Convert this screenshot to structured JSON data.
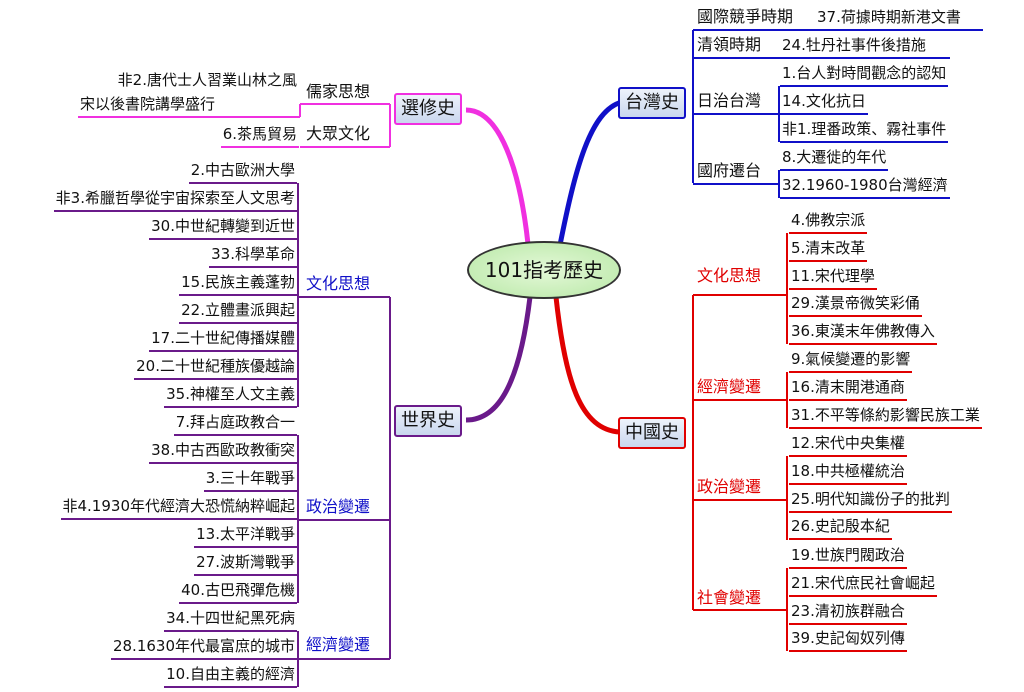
{
  "central": "101指考歷史",
  "colors": {
    "taiwan": "#1010c8",
    "china": "#e00000",
    "world": "#6a1a8a",
    "elective": "#f030e0"
  },
  "taiwan": {
    "label": "台灣史",
    "categories": [
      {
        "label": "國際競爭時期",
        "items": [
          "37.荷據時期新港文書"
        ]
      },
      {
        "label": "清領時期",
        "items": [
          "24.牡丹社事件後措施"
        ]
      },
      {
        "label": "日治台灣",
        "items": [
          "1.台人對時間觀念的認知",
          "14.文化抗日",
          "非1.理番政策、霧社事件"
        ]
      },
      {
        "label": "國府遷台",
        "items": [
          "8.大遷徙的年代",
          "32.1960-1980台灣經濟"
        ]
      }
    ]
  },
  "china": {
    "label": "中國史",
    "categories": [
      {
        "label": "文化思想",
        "items": [
          "4.佛教宗派",
          "5.清末改革",
          "11.宋代理學",
          "29.漢景帝微笑彩俑",
          "36.東漢末年佛教傳入"
        ]
      },
      {
        "label": "經濟變遷",
        "items": [
          "9.氣候變遷的影響",
          "16.清末開港通商",
          "31.不平等條約影響民族工業"
        ]
      },
      {
        "label": "政治變遷",
        "items": [
          "12.宋代中央集權",
          "18.中共極權統治",
          "25.明代知識份子的批判",
          "26.史記殷本紀"
        ]
      },
      {
        "label": "社會變遷",
        "items": [
          "19.世族門閥政治",
          "21.宋代庶民社會崛起",
          "23.清初族群融合",
          "39.史記匈奴列傳"
        ]
      }
    ]
  },
  "world": {
    "label": "世界史",
    "categories": [
      {
        "label": "文化思想",
        "items": [
          "2.中古歐洲大學",
          "非3.希臘哲學從宇宙探索至人文思考",
          "30.中世紀轉變到近世",
          "33.科學革命",
          "15.民族主義蓬勃",
          "22.立體畫派興起",
          "17.二十世紀傳播媒體",
          "20.二十世紀種族優越論",
          "35.神權至人文主義"
        ]
      },
      {
        "label": "政治變遷",
        "items": [
          "7.拜占庭政教合一",
          "38.中古西歐政教衝突",
          "3.三十年戰爭",
          "非4.1930年代經濟大恐慌納粹崛起",
          "13.太平洋戰爭",
          "27.波斯灣戰爭",
          "40.古巴飛彈危機"
        ]
      },
      {
        "label": "經濟變遷",
        "items": [
          "34.十四世紀黑死病",
          "28.1630年代最富庶的城市",
          "10.自由主義的經濟"
        ]
      }
    ]
  },
  "elective": {
    "label": "選修史",
    "categories": [
      {
        "label": "儒家思想",
        "items": [
          "非2.唐代士人習業山林之風",
          "宋以後書院講學盛行"
        ]
      },
      {
        "label": "大眾文化",
        "items": [
          "6.茶馬貿易"
        ]
      }
    ]
  }
}
